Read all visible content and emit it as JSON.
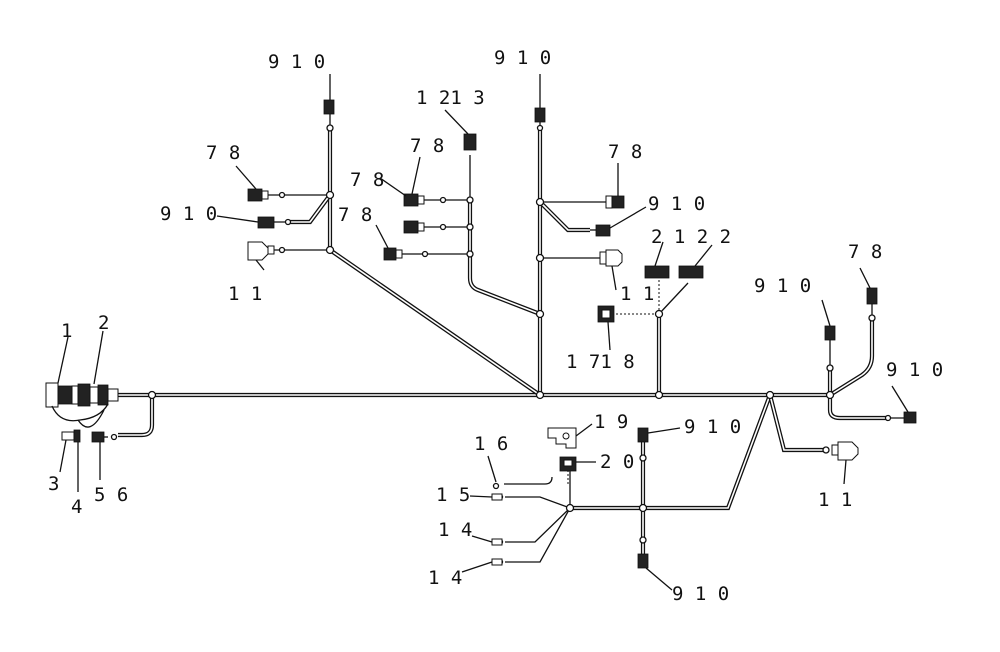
{
  "callouts": {
    "c1": "1",
    "c2": "2",
    "c3": "3",
    "c4": "4",
    "c56": "5 6",
    "c11a": "1 1",
    "c78a": "7 8",
    "c910a": "9 1 0",
    "c910b": "9 1 0",
    "c78b": "7 8",
    "c78c": "7 8",
    "c78d": "7 8",
    "c1213": "1 21 3",
    "c910c": "9 1 0",
    "c78e": "7 8",
    "c910d": "9 1 0",
    "c11b": "1 1",
    "c2122": "2 1 2 2",
    "c1718": "1 71 8",
    "c910e": "9 1 0",
    "c78f": "7 8",
    "c910f": "9 1 0",
    "c11c": "1 1",
    "c19": "1 9",
    "c910g": "9 1 0",
    "c20": "2 0",
    "c16": "1 6",
    "c15": "1 5",
    "c14a": "1 4",
    "c14b": "1 4",
    "c910h": "9 1 0"
  }
}
